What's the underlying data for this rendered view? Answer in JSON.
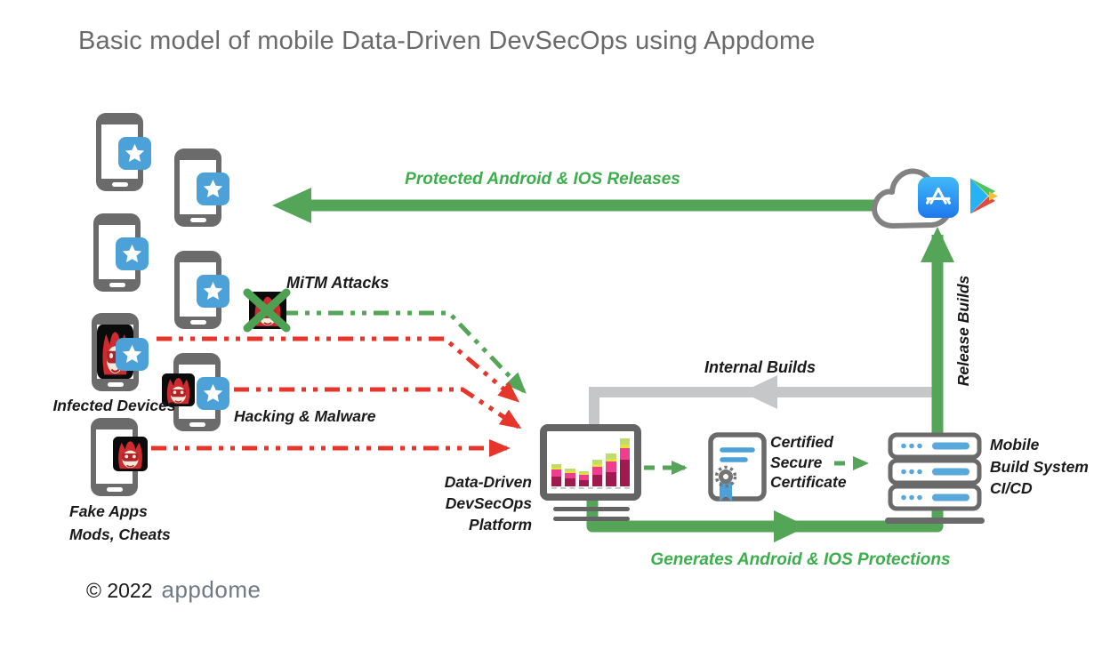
{
  "title": "Basic model of mobile Data-Driven DevSecOps using Appdome",
  "attack_sources": {
    "infected_devices_label": "Infected Devices",
    "hacking_malware_label": "Hacking & Malware",
    "fake_apps_label_line1": "Fake Apps",
    "fake_apps_label_line2": "Mods, Cheats",
    "mitm_label": "MiTM Attacks"
  },
  "platform": {
    "label_line1": "Data-Driven",
    "label_line2": "DevSecOps",
    "label_line3": "Platform"
  },
  "certificate": {
    "label_line1": "Certified",
    "label_line2": "Secure",
    "label_line3": "Certificate"
  },
  "build_system": {
    "label_line1": "Mobile",
    "label_line2": "Build System",
    "label_line3": "CI/CD"
  },
  "flows": {
    "protected_releases": "Protected Android & IOS Releases",
    "internal_builds": "Internal Builds",
    "release_builds": "Release Builds",
    "generates_protections": "Generates Android & IOS Protections"
  },
  "footer": {
    "copyright": "© 2022",
    "brand": "appdome"
  },
  "colors": {
    "green": "#54a557",
    "green_text": "#3cae4c",
    "red": "#e6352b",
    "gray_arrow": "#c6c7c9",
    "device_gray": "#6b6b6b",
    "app_blue": "#4ba1d8"
  },
  "icons": {
    "cloud": "cloud-icon",
    "app_store": "app-store-icon",
    "google_play": "google-play-icon",
    "phone": "phone-icon",
    "app_star": "app-star-icon",
    "malware": "malware-devil-icon",
    "mitm_blocked": "blocked-x-icon",
    "platform": "monitor-chart-icon",
    "certificate": "certificate-seal-icon",
    "build_server": "server-stack-icon"
  },
  "platform_chart": {
    "type": "bar",
    "stacked": true,
    "segment_colors": [
      "#a01a4e",
      "#ee3e8d",
      "#e7e23a",
      "#c0dc6d"
    ],
    "bars": [
      [
        11,
        8,
        2,
        4
      ],
      [
        9,
        6,
        2,
        3
      ],
      [
        7,
        6,
        2,
        2
      ],
      [
        13,
        9,
        3,
        5
      ],
      [
        16,
        12,
        3,
        6
      ],
      [
        30,
        13,
        4,
        7
      ]
    ]
  }
}
